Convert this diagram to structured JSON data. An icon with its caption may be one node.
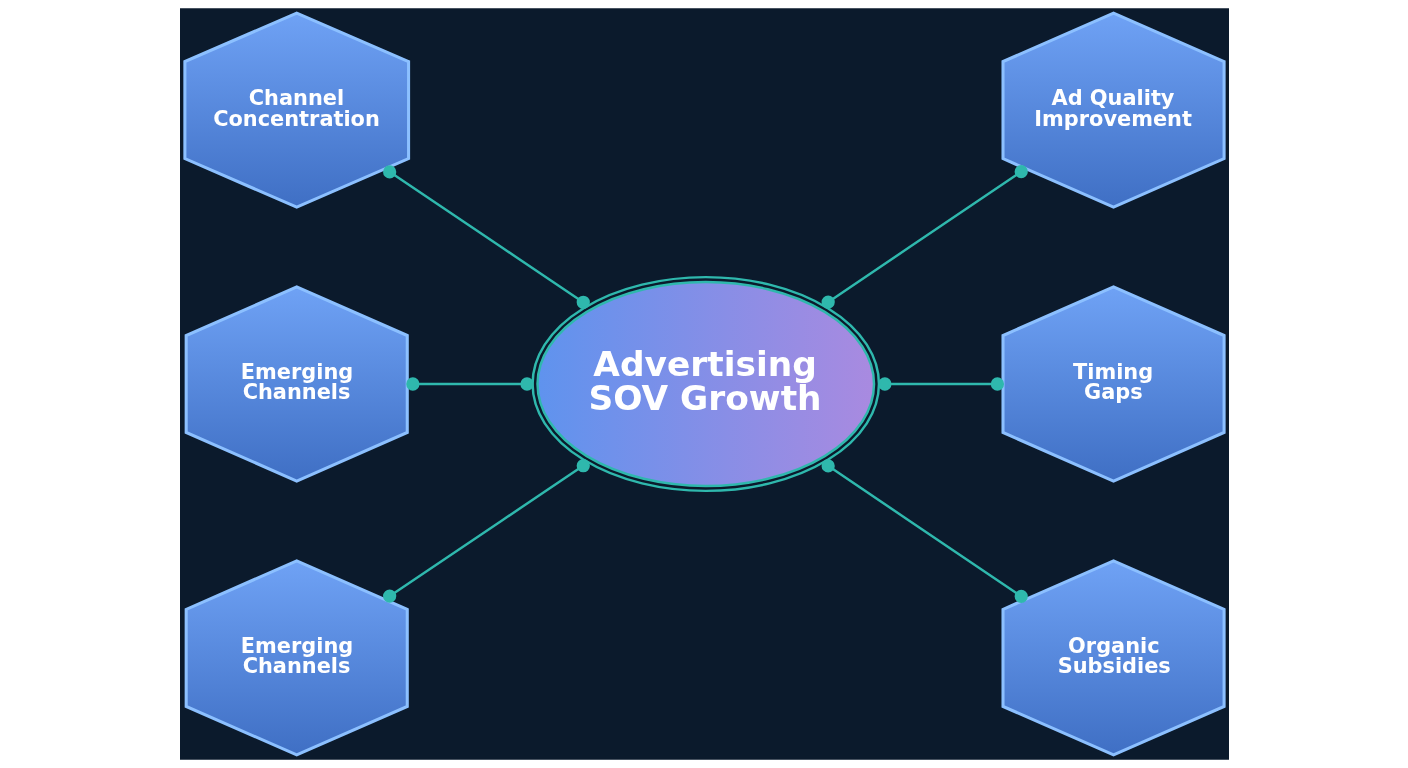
{
  "diagram": {
    "nodes": [
      {
        "text": [
          "Channel Concentration"
        ]
      },
      {
        "text": [
          "Ad Quality Improvement"
        ]
      },
      {
        "text": [
          "Emerging Channels"
        ]
      },
      {
        "text": [
          "Advertising SOV Growth"
        ]
      },
      {
        "text": [
          "Timing Gaps"
        ]
      },
      {
        "text": [
          "Emerging Channels"
        ]
      },
      {
        "text": [
          "Organic Subsidies"
        ]
      }
    ],
    "edges": [
      {
        "from": 0,
        "to": 3,
        "arrow": "other"
      },
      {
        "from": 3,
        "to": 1,
        "arrow": "other"
      },
      {
        "from": 2,
        "to": 3,
        "arrow": "other"
      },
      {
        "from": 3,
        "to": 4,
        "arrow": "other"
      },
      {
        "from": 5,
        "to": 3,
        "arrow": "other"
      },
      {
        "from": 3,
        "to": 6,
        "arrow": "other"
      }
    ]
  }
}
